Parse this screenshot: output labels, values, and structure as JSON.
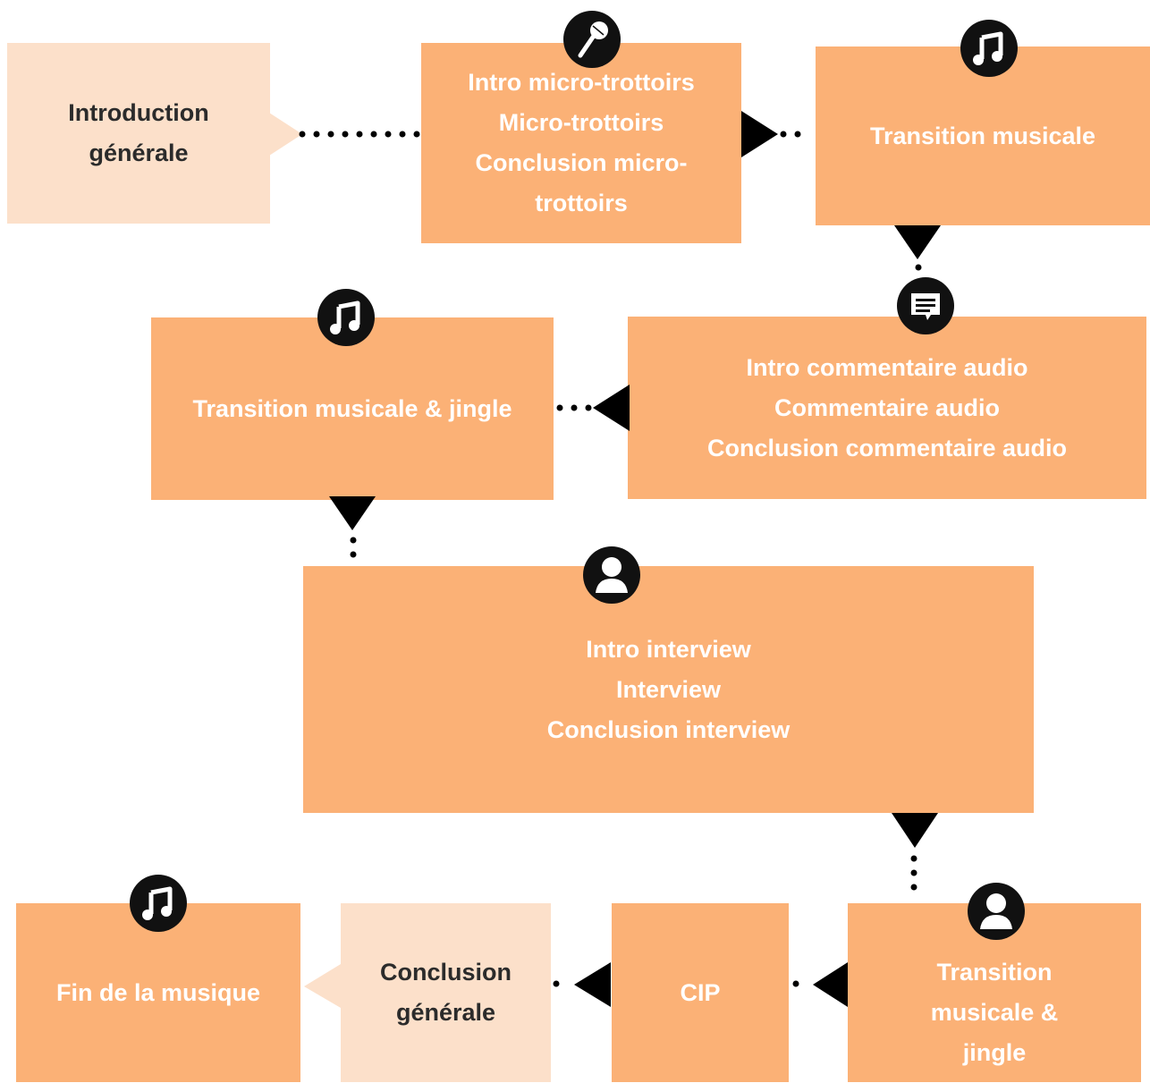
{
  "colors": {
    "box": "#fbb176",
    "box_light": "#fce0ca",
    "text_light": "#ffffff",
    "text_dark": "#2b2b2b",
    "connector": "#000000"
  },
  "nodes": {
    "intro_generale": {
      "label": "Introduction\ngénérale"
    },
    "micro_trottoirs": {
      "label": "Intro micro-trottoirs\nMicro-trottoirs\nConclusion micro-\ntrottoirs",
      "icon": "microphone-icon"
    },
    "transition_1": {
      "label": "Transition musicale",
      "icon": "music-note-icon"
    },
    "commentaire_audio": {
      "label": "Intro commentaire audio\nCommentaire audio\nConclusion commentaire audio",
      "icon": "speech-bubble-icon"
    },
    "transition_jingle_1": {
      "label": "Transition musicale & jingle",
      "icon": "music-note-icon"
    },
    "interview": {
      "label": "Intro interview\nInterview\nConclusion interview",
      "icon": "person-icon"
    },
    "transition_jingle_2": {
      "label": "Transition\nmusicale &\njingle",
      "icon": "person-icon"
    },
    "cip": {
      "label": "CIP"
    },
    "conclusion_generale": {
      "label": "Conclusion\ngénérale"
    },
    "fin_musique": {
      "label": "Fin de la musique",
      "icon": "music-note-icon"
    }
  }
}
